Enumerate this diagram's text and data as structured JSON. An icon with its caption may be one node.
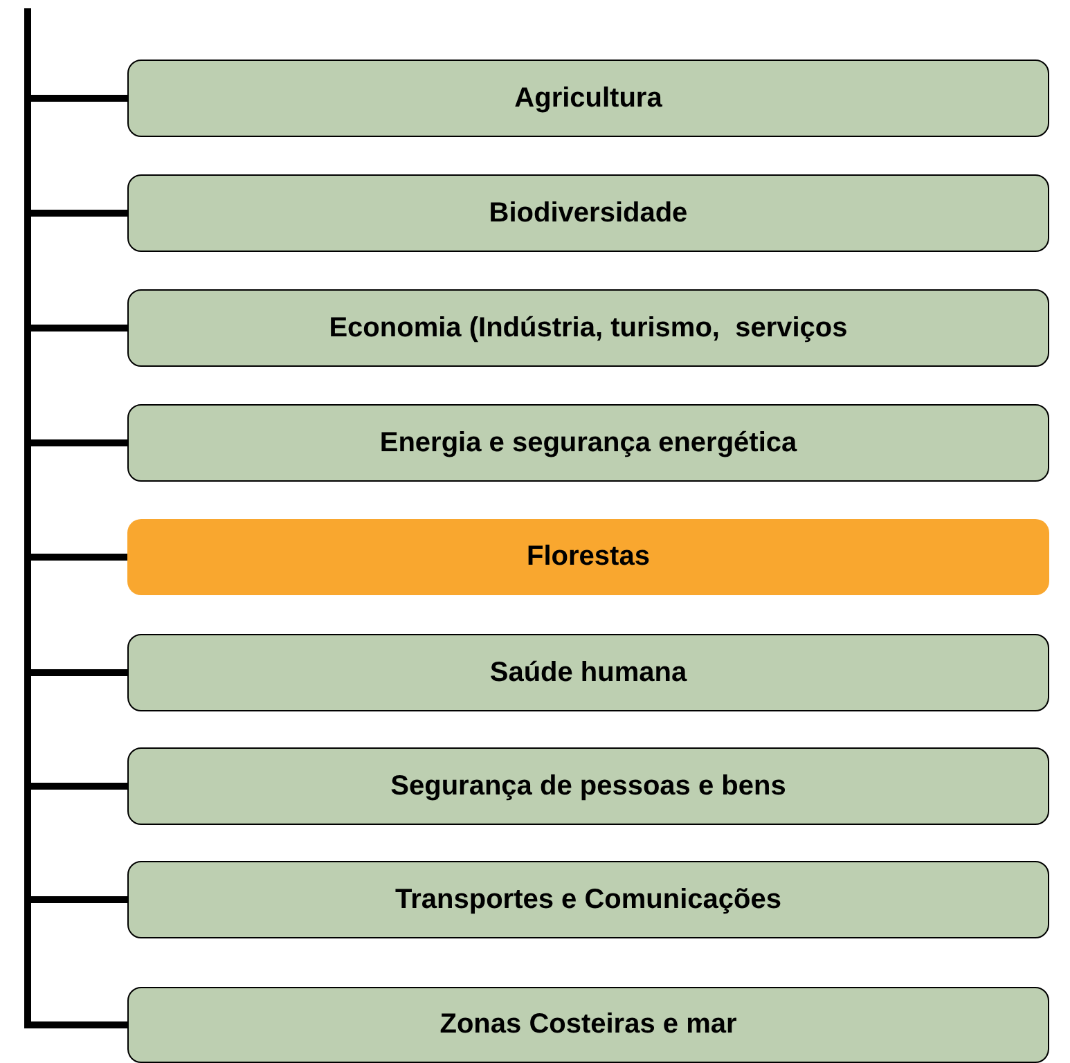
{
  "diagram": {
    "nodes": [
      {
        "text": [
          "Agricultura"
        ]
      },
      {
        "text": [
          "Biodiversidade"
        ]
      },
      {
        "text": [
          "Economia (Indústria, turismo,  serviços"
        ]
      },
      {
        "text": [
          "Energia e segurança energética"
        ]
      },
      {
        "text": [
          "Florestas"
        ]
      },
      {
        "text": [
          "Saúde humana"
        ]
      },
      {
        "text": [
          "Segurança de pessoas e bens"
        ]
      },
      {
        "text": [
          "Transportes e Comunicações"
        ]
      },
      {
        "text": [
          "Zonas Costeiras e mar"
        ]
      }
    ],
    "edges": [
      {
        "from": null,
        "to": 0,
        "arrow": "none"
      },
      {
        "from": null,
        "to": 1,
        "arrow": "none"
      },
      {
        "from": null,
        "to": 2,
        "arrow": "none"
      },
      {
        "from": null,
        "to": 3,
        "arrow": "none"
      },
      {
        "from": null,
        "to": 4,
        "arrow": "none"
      },
      {
        "from": null,
        "to": 5,
        "arrow": "none"
      },
      {
        "from": null,
        "to": 6,
        "arrow": "none"
      },
      {
        "from": null,
        "to": 7,
        "arrow": "none"
      },
      {
        "from": null,
        "to": 8,
        "arrow": "none"
      }
    ]
  }
}
